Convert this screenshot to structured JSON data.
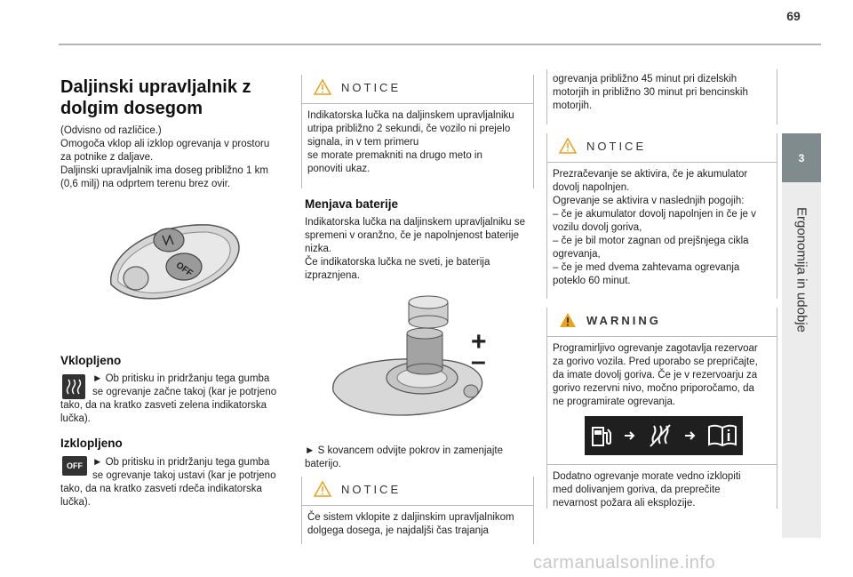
{
  "page_number": "69",
  "chapter_tab": "3",
  "chapter_title": "Ergonomija in udobje",
  "col1": {
    "title_line1": "Daljinski upravljalnik z",
    "title_line2": "dolgim dosegom",
    "intro": [
      "(Odvisno od različice.)",
      "Omogoča vklop ali izklop ogrevanja v prostoru",
      "za potnike z daljave.",
      "Daljinski upravljalnik ima doseg približno 1 km",
      "(0,6 milj) na odprtem terenu brez ovir."
    ],
    "on_heading": "Vklopljeno",
    "on_text": [
      "► Ob pritisku in pridržanju tega gumba",
      "se ogrevanje začne takoj (kar je potrjeno",
      "tako, da na kratko zasveti zelena indikatorska",
      "lučka)."
    ],
    "off_heading": "Izklopljeno",
    "off_icon": "OFF",
    "off_text": [
      "► Ob pritisku in pridržanju tega gumba",
      "se ogrevanje takoj ustavi (kar je potrjeno",
      "tako, da na kratko zasveti rdeča indikatorska",
      "lučka)."
    ]
  },
  "col2": {
    "notice1_title": "NOTICE",
    "notice1_text": [
      "Indikatorska lučka na daljinskem upravljalniku",
      "utripa približno 2 sekundi, če vozilo ni prejelo",
      "signala, in v tem primeru",
      "se morate premakniti na drugo meto in",
      "ponoviti ukaz."
    ],
    "battery_heading": "Menjava baterije",
    "battery_text": [
      "Indikatorska lučka na daljinskem upravljalniku se",
      "spremeni v oranžno, če je napolnjenost baterije",
      "nizka.",
      "Če indikatorska lučka ne sveti, je baterija",
      "izpraznjena."
    ],
    "plus": "+",
    "minus": "–",
    "battery_step": [
      "► S kovancem odvijte pokrov in zamenjajte",
      "baterijo."
    ],
    "notice2_title": "NOTICE",
    "notice2_text": [
      "Če sistem vklopite z daljinskim upravljalnikom",
      "dolgega dosega, je najdaljši čas trajanja"
    ]
  },
  "col3": {
    "cont_text": [
      "ogrevanja približno 45 minut pri dizelskih",
      "motorjih in približno 30 minut pri bencinskih",
      "motorjih."
    ],
    "notice3_title": "NOTICE",
    "notice3_text": [
      "Prezračevanje se aktivira, če je akumulator",
      "dovolj napolnjen.",
      "Ogrevanje se aktivira v naslednjih pogojih:",
      "– če je akumulator dovolj napolnjen in če je v",
      "vozilu dovolj goriva,",
      "– če je bil motor zagnan od prejšnjega cikla",
      "ogrevanja,",
      "– če je med dvema zahtevama ogrevanja",
      "poteklo 60 minut."
    ],
    "warning_title": "WARNING",
    "warning_text": [
      "Programirljivo ogrevanje zagotavlja rezervoar",
      "za gorivo vozila. Pred uporabo se prepričajte,",
      "da imate dovolj goriva. Če je v rezervoarju za",
      "gorivo rezervni nivo, močno priporočamo, da",
      "ne programirate ogrevanja."
    ],
    "warning_text2": [
      "Dodatno ogrevanje morate vedno izklopiti",
      "med dolivanjem goriva, da preprečite",
      "nevarnost požara ali eksplozije."
    ]
  },
  "watermark": "carmanualsonline.info"
}
